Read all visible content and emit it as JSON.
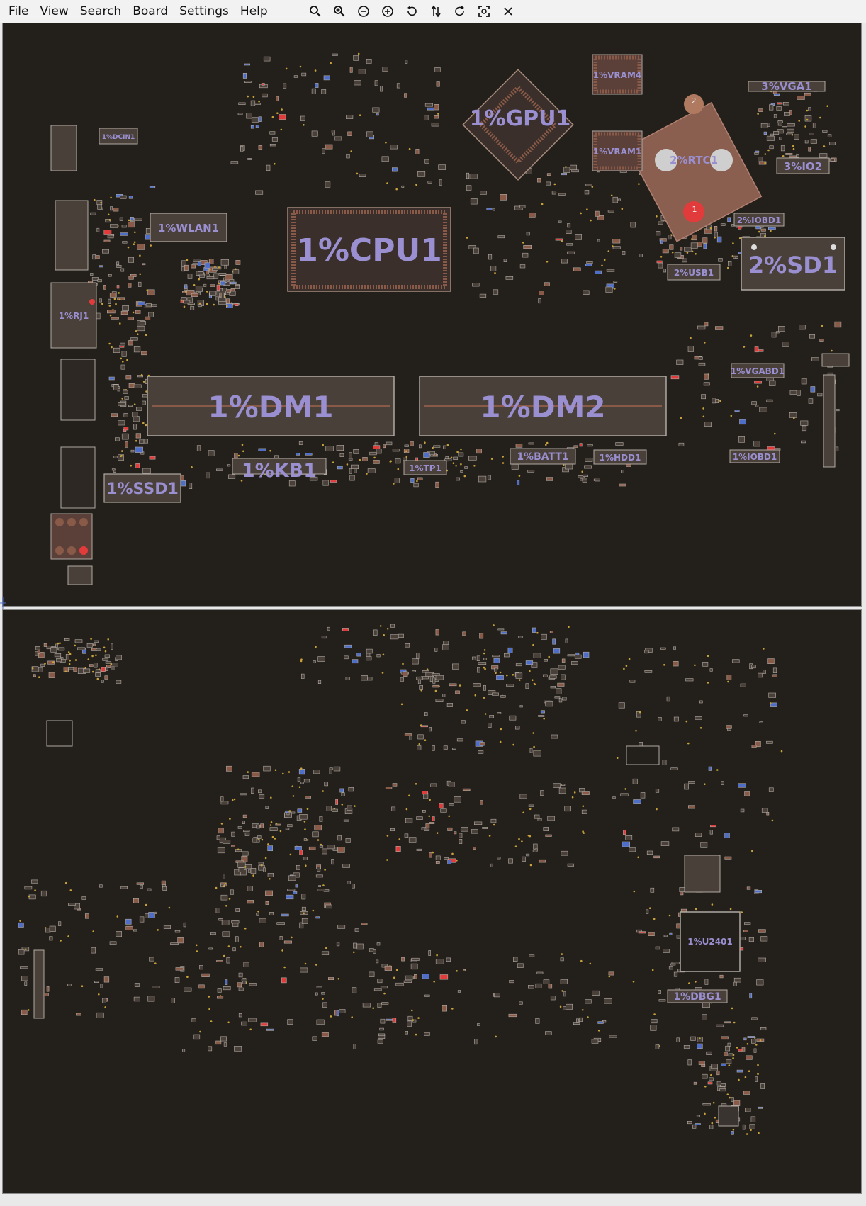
{
  "menu": [
    "File",
    "View",
    "Search",
    "Board",
    "Settings",
    "Help"
  ],
  "toolbar": [
    {
      "icon": "zoom-in-icon"
    },
    {
      "icon": "zoom-out-magnifier-icon"
    },
    {
      "icon": "zoom-out-icon"
    },
    {
      "icon": "zoom-in-plus-icon"
    },
    {
      "icon": "rotate-left-icon"
    },
    {
      "icon": "flip-icon"
    },
    {
      "icon": "rotate-right-icon"
    },
    {
      "icon": "fit-to-screen-icon"
    },
    {
      "icon": "close-icon"
    }
  ],
  "top_board": {
    "labels": {
      "cpu": "1%CPU1",
      "gpu": "1%GPU1",
      "dm1": "1%DM1",
      "dm2": "1%DM2",
      "sd1": "2%SD1",
      "kb1": "1%KB1",
      "ssd1": "1%SSD1",
      "wlan1": "1%WLAN1",
      "rj1": "1%RJ1",
      "dcin1": "1%DCIN1",
      "vram4": "1%VRAM4",
      "vram1": "1%VRAM1",
      "rtc1": "2%RTC1",
      "vga1": "3%VGA1",
      "io2": "3%IO2",
      "iobd1_top": "2%IOBD1",
      "usb1": "2%USB1",
      "vgabd1": "1%VGABD1",
      "iobd1": "1%IOBD1",
      "batt1": "1%BATT1",
      "tp1": "1%TP1",
      "hdd1": "1%HDD1",
      "rtc_pin1": "1",
      "rtc_pin2": "2"
    }
  },
  "bottom_board": {
    "labels": {
      "u2401": "1%U2401",
      "dbg1": "1%DBG1"
    }
  },
  "colors": {
    "board_bg": "#231f1a",
    "label": "#9a8fd0",
    "component_fill": "#4a403a",
    "component_stroke": "#b0a9a2",
    "pad_copper": "#8a5a48",
    "pad_blue": "#4f6ec7",
    "pad_red": "#e23b3b",
    "via_yellow": "#c8a23a",
    "menubar_bg": "#f2f2f2"
  }
}
